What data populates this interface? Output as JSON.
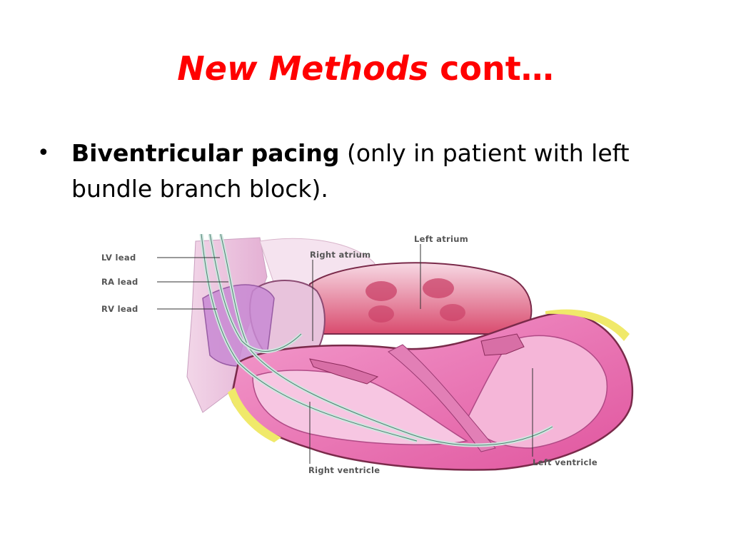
{
  "slide": {
    "title_italic": "New Methods",
    "title_rest": " cont…",
    "bullet": {
      "bold": "Biventricular pacing",
      "rest": " (only in patient with left bundle branch block)."
    }
  },
  "diagram_labels": {
    "lv_lead": "LV lead",
    "ra_lead": "RA lead",
    "rv_lead": "RV lead",
    "right_atrium": "Right atrium",
    "left_atrium": "Left atrium",
    "right_ventricle": "Right ventricle",
    "left_ventricle": "Left ventricle"
  }
}
